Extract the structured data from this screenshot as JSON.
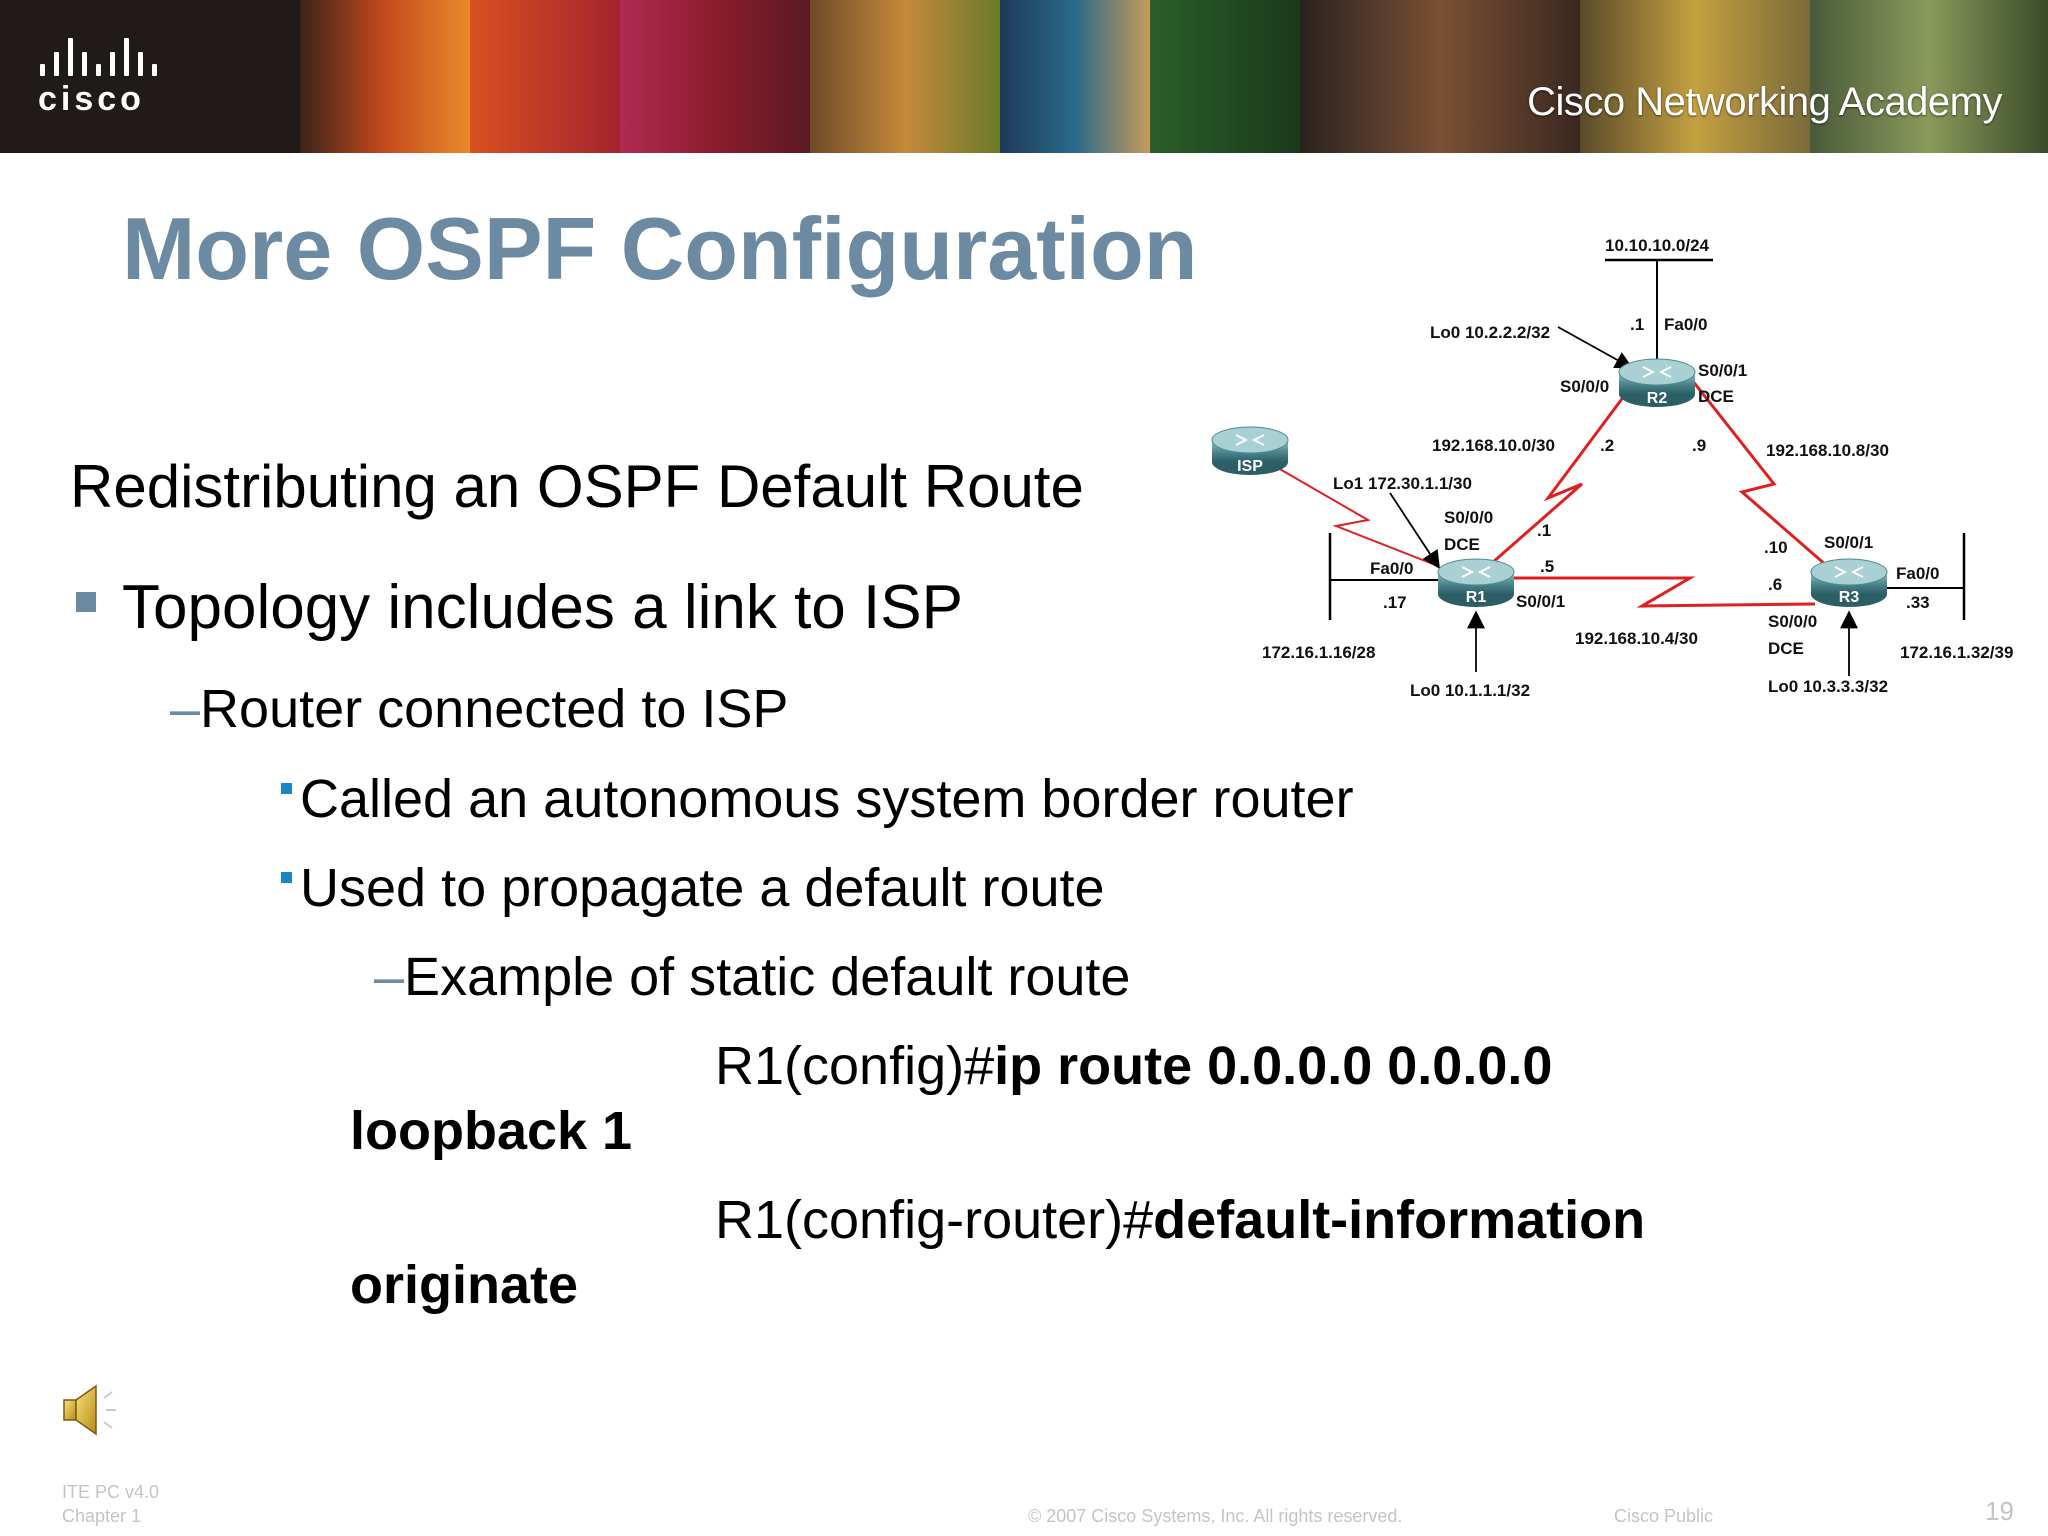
{
  "banner": {
    "logo_word": "cisco",
    "academy_text": "Cisco Networking Academy",
    "colors": {
      "bar": "#201a18",
      "accent": "#c62a2a"
    }
  },
  "slide": {
    "title": "More OSPF Configuration",
    "heading": "Redistributing an OSPF Default Route",
    "bullet1": "Topology includes a link to ISP",
    "sub1_dash": "–",
    "sub1": "Router connected to ISP",
    "sub2a": "Called an autonomous system border router",
    "sub2b": "Used to propagate a default route",
    "sub3_dash": "–",
    "sub3": "Example of static default route",
    "cmd1_prompt": "R1(config)#",
    "cmd1_bold_a": "ip route 0.0.0.0 0.0.0.0",
    "cmd1_bold_b": "loopback 1",
    "cmd2_prompt": "R1(config-router)#",
    "cmd2_bold_a": "default-information",
    "cmd2_bold_b": "originate"
  },
  "diagram": {
    "routers": {
      "r1": "R1",
      "r2": "R2",
      "r3": "R3",
      "isp": "ISP"
    },
    "labels": {
      "net_top": "10.10.10.0/24",
      "lo0_r2": "Lo0 10.2.2.2/32",
      "r2_top_host": ".1",
      "r2_fa": "Fa0/0",
      "r2_s000": "S0/0/0",
      "r2_s001": "S0/0/1",
      "r2_dce": "DCE",
      "net_r1r2": "192.168.10.0/30",
      "r2_left_host": ".2",
      "r2_right_host": ".9",
      "net_r2r3": "192.168.10.8/30",
      "lo1_r1": "Lo1 172.30.1.1/30",
      "r1_s000": "S0/0/0",
      "r1_dce": "DCE",
      "r1_host1": ".1",
      "r1_host5": ".5",
      "r1_fa": "Fa0/0",
      "r1_lan_host": ".17",
      "r1_s001": "S0/0/1",
      "net_r1lan": "172.16.1.16/28",
      "net_r1r3": "192.168.10.4/30",
      "lo0_r1": "Lo0 10.1.1.1/32",
      "r3_host10": ".10",
      "r3_s001": "S0/0/1",
      "r3_fa": "Fa0/0",
      "r3_host6": ".6",
      "r3_lan_host": ".33",
      "r3_s000": "S0/0/0",
      "r3_dce": "DCE",
      "net_r3lan": "172.16.1.32/39",
      "lo0_r3": "Lo0 10.3.3.3/32"
    }
  },
  "footer": {
    "left_line1": "ITE PC v4.0",
    "left_line2": "Chapter 1",
    "copyright": "© 2007 Cisco Systems, Inc. All rights reserved.",
    "classification": "Cisco Public",
    "page_number": "19"
  },
  "icons": {
    "speaker": "speaker-icon"
  }
}
